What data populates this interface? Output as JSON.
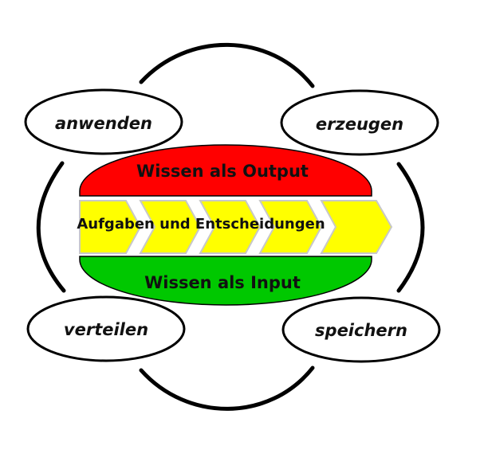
{
  "cycle": {
    "steps": {
      "top_left": "anwenden",
      "top_right": "erzeugen",
      "bottom_left": "verteilen",
      "bottom_right": "speichern"
    }
  },
  "center": {
    "output_label": "Wissen als Output",
    "input_label": "Wissen als Input",
    "process_label": "Aufgaben und Entscheidungen"
  },
  "colors": {
    "output": "#ff0000",
    "input": "#00c800",
    "process": "#ffff00",
    "process_border": "#c8c8c8",
    "outline": "#000000"
  }
}
